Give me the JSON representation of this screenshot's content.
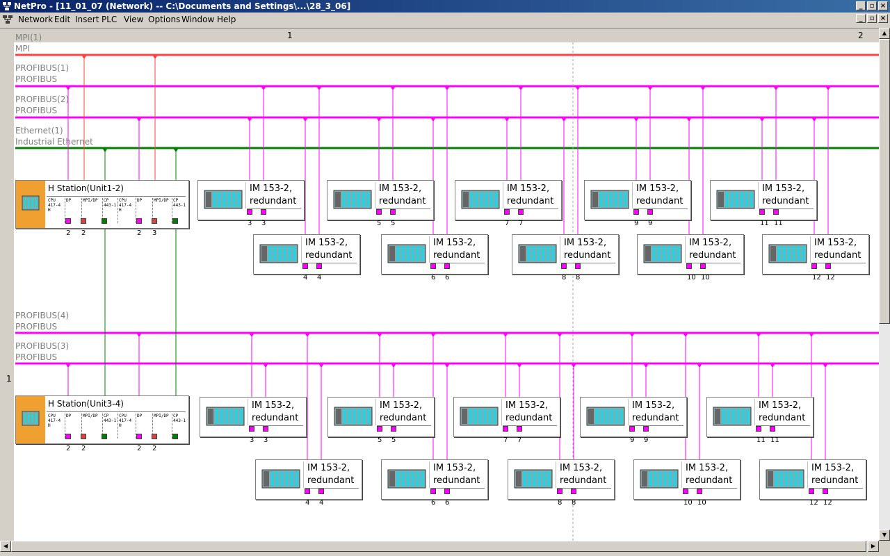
{
  "window": {
    "title": "NetPro - [11_01_07 (Network) -- C:\\Documents and Settings\\...\\28_3_06]",
    "buttons": [
      "_",
      "▫",
      "×"
    ]
  },
  "menu": [
    "Network",
    "Edit",
    "Insert",
    "PLC",
    "View",
    "Options",
    "Window",
    "Help"
  ],
  "ruler": {
    "top": [
      "1",
      "2"
    ],
    "left": [
      "1"
    ]
  },
  "networks": [
    {
      "name": "MPI(1)",
      "type": "MPI",
      "color": "#ff4040"
    },
    {
      "name": "PROFIBUS(1)",
      "type": "PROFIBUS",
      "color": "#ff00ff"
    },
    {
      "name": "PROFIBUS(2)",
      "type": "PROFIBUS",
      "color": "#ff00ff"
    },
    {
      "name": "Ethernet(1)",
      "type": "Industrial Ethernet",
      "color": "#008000"
    },
    {
      "name": "PROFIBUS(4)",
      "type": "PROFIBUS",
      "color": "#ff00ff"
    },
    {
      "name": "PROFIBUS(3)",
      "type": "PROFIBUS",
      "color": "#ff00ff"
    }
  ],
  "h_stations": [
    {
      "name": "H Station(Unit1-2)",
      "slots": [
        "CPU\n417-4\nH",
        "DP",
        "MPI/DP",
        "CP\n443-1",
        "CPU\n417-4\nH",
        "DP",
        "MPI/DP",
        "CP\n443-1"
      ],
      "addresses": [
        "2",
        "2",
        "2",
        "3"
      ]
    },
    {
      "name": "H Station(Unit3-4)",
      "slots": [
        "CPU\n417-4\nH",
        "DP",
        "MPI/DP",
        "CP\n443-1",
        "CPU\n417-4\nH",
        "DP",
        "MPI/DP",
        "CP\n443-1"
      ],
      "addresses": [
        "2",
        "2",
        "2",
        "2"
      ]
    }
  ],
  "im_label_1": "IM 153-2,",
  "im_label_2": "redundant",
  "im_modules": [
    {
      "addr": [
        "3",
        "3"
      ]
    },
    {
      "addr": [
        "5",
        "5"
      ]
    },
    {
      "addr": [
        "7",
        "7"
      ]
    },
    {
      "addr": [
        "9",
        "9"
      ]
    },
    {
      "addr": [
        "11",
        "11"
      ]
    },
    {
      "addr": [
        "4",
        "4"
      ]
    },
    {
      "addr": [
        "6",
        "6"
      ]
    },
    {
      "addr": [
        "8",
        "8"
      ]
    },
    {
      "addr": [
        "10",
        "10"
      ]
    },
    {
      "addr": [
        "12",
        "12"
      ]
    },
    {
      "addr": [
        "3",
        "3"
      ]
    },
    {
      "addr": [
        "5",
        "5"
      ]
    },
    {
      "addr": [
        "7",
        "7"
      ]
    },
    {
      "addr": [
        "9",
        "9"
      ]
    },
    {
      "addr": [
        "11",
        "11"
      ]
    },
    {
      "addr": [
        "4",
        "4"
      ]
    },
    {
      "addr": [
        "6",
        "6"
      ]
    },
    {
      "addr": [
        "8",
        "8"
      ]
    },
    {
      "addr": [
        "10",
        "10"
      ]
    },
    {
      "addr": [
        "12",
        "12"
      ]
    }
  ],
  "colors": {
    "mpi": "#ff4040",
    "profibus": "#ff00ff",
    "ethernet": "#008000",
    "station_accent": "#f0a030"
  }
}
